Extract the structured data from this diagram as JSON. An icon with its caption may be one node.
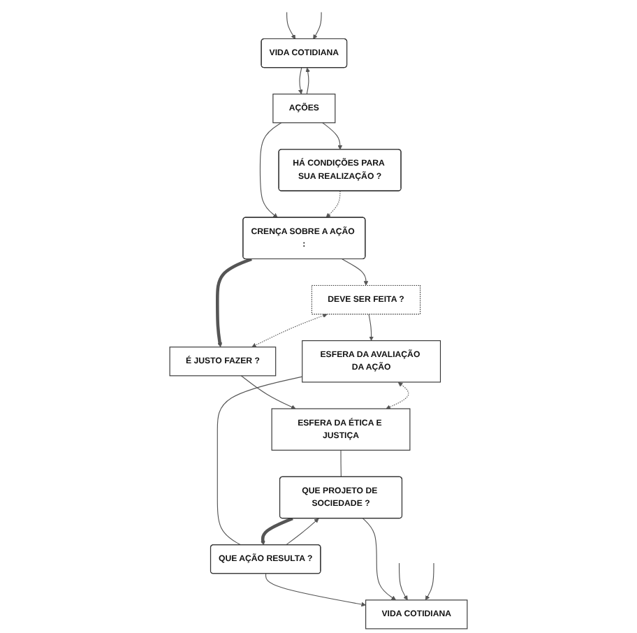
{
  "diagram": {
    "nodes": [
      {
        "text": [
          "VIDA COTIDIANA"
        ]
      },
      {
        "text": [
          "AÇÕES"
        ]
      },
      {
        "text": [
          "HÁ CONDIÇÕES PARA SUA REALIZAÇÃO ?"
        ]
      },
      {
        "text": [
          "CRENÇA SOBRE A AÇÃO :"
        ]
      },
      {
        "text": [
          "DEVE SER FEITA ?"
        ]
      },
      {
        "text": [
          "É JUSTO FAZER ?"
        ]
      },
      {
        "text": [
          "ESFERA DA AVALIAÇÃO DA AÇÃO"
        ]
      },
      {
        "text": [
          "ESFERA DA ÉTICA E JUSTIÇA"
        ]
      },
      {
        "text": [
          "QUE AÇÃO RESULTA ?"
        ]
      },
      {
        "text": [
          "QUE PROJETO DE SOCIEDADE ?"
        ]
      },
      {
        "text": [
          "VIDA COTIDIANA"
        ]
      }
    ],
    "edges": [
      {
        "from": 0,
        "to": 1,
        "arrow": "to"
      },
      {
        "from": 1,
        "to": 0,
        "arrow": "to"
      },
      {
        "from": 1,
        "to": 2,
        "arrow": "to"
      },
      {
        "from": 1,
        "to": 3,
        "arrow": "to"
      },
      {
        "from": 2,
        "to": 3,
        "arrow": "to",
        "style": "dashed"
      },
      {
        "from": 3,
        "to": 4,
        "arrow": "to"
      },
      {
        "from": 3,
        "to": 5,
        "arrow": "to",
        "style": "thick"
      },
      {
        "from": 4,
        "to": 5,
        "arrow": "both",
        "style": "dashed"
      },
      {
        "from": 4,
        "to": 6,
        "arrow": "to"
      },
      {
        "from": 5,
        "to": 7,
        "arrow": "to"
      },
      {
        "from": 6,
        "to": 7,
        "arrow": "both",
        "style": "dashed"
      },
      {
        "from": 6,
        "to": 8,
        "arrow": "none"
      },
      {
        "from": 7,
        "to": 9,
        "arrow": "none"
      },
      {
        "from": 8,
        "to": 9,
        "arrow": "to"
      },
      {
        "from": 9,
        "to": 8,
        "arrow": "to",
        "style": "thick"
      },
      {
        "from": 8,
        "to": 10,
        "arrow": "to"
      },
      {
        "from": 9,
        "to": 10,
        "arrow": "to"
      },
      {
        "from": null,
        "to": 0,
        "arrow": "to"
      },
      {
        "from": null,
        "to": 10,
        "arrow": "to"
      },
      {
        "from": null,
        "to": 0,
        "arrow": "to"
      },
      {
        "from": null,
        "to": 10,
        "arrow": "to"
      }
    ]
  }
}
